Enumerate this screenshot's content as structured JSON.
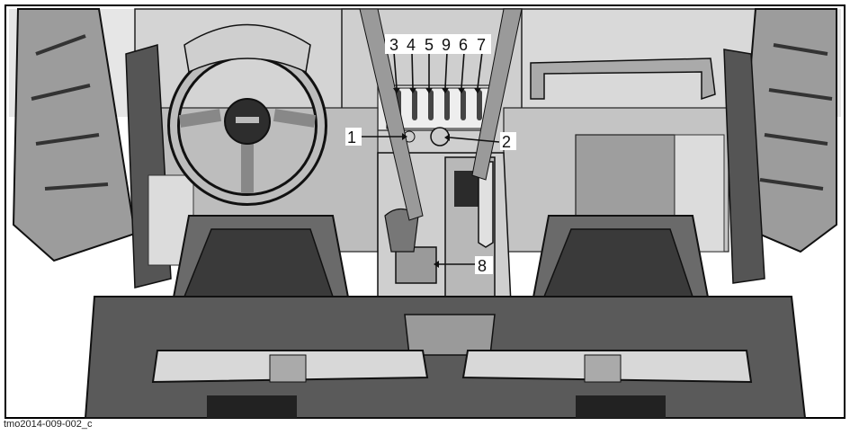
{
  "figure": {
    "caption": "tmo2014-009-002_c",
    "subject": "vehicle-cockpit-rear-view",
    "colors": {
      "frame": "#000000",
      "line": "#111111",
      "dark": "#3a3a3a",
      "mid": "#8a8a8a",
      "light": "#c9c9c9",
      "pale": "#e4e4e4"
    },
    "callouts": [
      {
        "id": "1",
        "label": "1"
      },
      {
        "id": "2",
        "label": "2"
      },
      {
        "id": "3",
        "label": "3"
      },
      {
        "id": "4",
        "label": "4"
      },
      {
        "id": "5",
        "label": "5"
      },
      {
        "id": "9",
        "label": "9"
      },
      {
        "id": "6",
        "label": "6"
      },
      {
        "id": "7",
        "label": "7"
      },
      {
        "id": "8",
        "label": "8"
      }
    ]
  }
}
